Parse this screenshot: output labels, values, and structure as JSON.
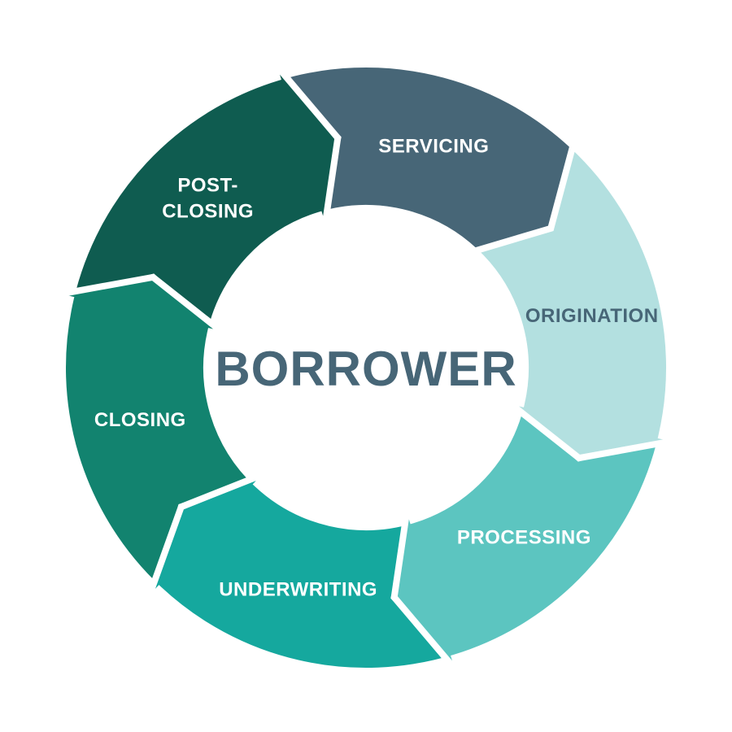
{
  "diagram": {
    "center": {
      "label": "BORROWER",
      "color": "#476677"
    },
    "colors": {
      "gap": "#ffffff"
    },
    "stages": [
      {
        "id": "origination",
        "lines": [
          "ORIGINATION"
        ],
        "fill": "#b3e0e0",
        "text": "#476677"
      },
      {
        "id": "processing",
        "lines": [
          "PROCESSING"
        ],
        "fill": "#5cc5c0",
        "text": "#ffffff"
      },
      {
        "id": "underwriting",
        "lines": [
          "UNDERWRITING"
        ],
        "fill": "#15a89e",
        "text": "#ffffff"
      },
      {
        "id": "closing",
        "lines": [
          "CLOSING"
        ],
        "fill": "#12836f",
        "text": "#ffffff"
      },
      {
        "id": "post-closing",
        "lines": [
          "POST-",
          "CLOSING"
        ],
        "fill": "#0f5c50",
        "text": "#ffffff"
      },
      {
        "id": "servicing",
        "lines": [
          "SERVICING"
        ],
        "fill": "#476677",
        "text": "#ffffff"
      }
    ]
  }
}
